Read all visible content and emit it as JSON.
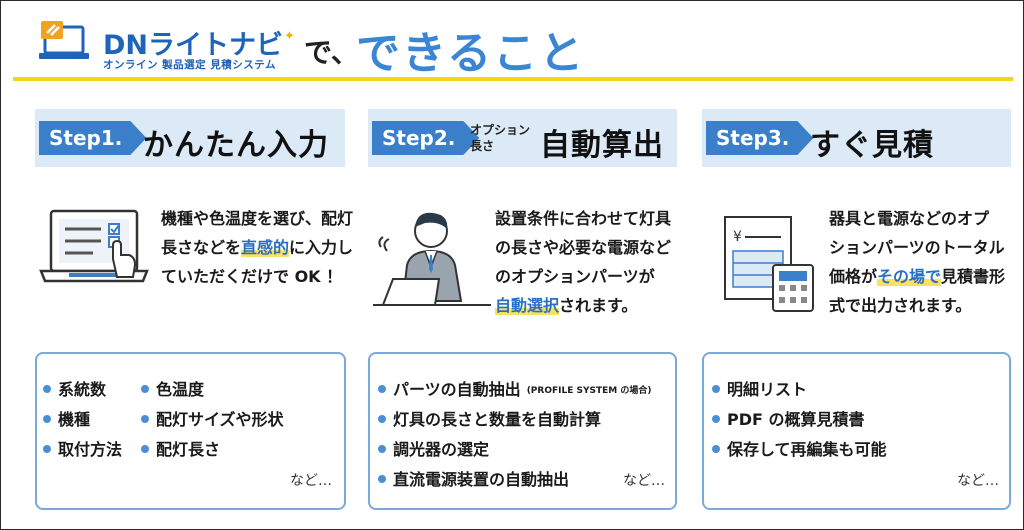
{
  "header": {
    "brand_dn": "DN",
    "brand_rest": "ライトナビ",
    "tagline": "オンライン 製品選定 見積システム",
    "title_de": "で、",
    "title_main": "できること"
  },
  "steps": [
    {
      "tag": "Step1.",
      "title": "かんたん入力",
      "desc": [
        "機種や色温度を選び、配灯",
        "長さなどを",
        "直感的",
        "に入力し",
        "ていただくだけで OK ！"
      ],
      "items": [
        "系統数",
        "色温度",
        "機種",
        "配灯サイズや形状",
        "取付方法",
        "配灯長さ"
      ],
      "etc": "など…"
    },
    {
      "tag": "Step2.",
      "small_line1": "オプション",
      "small_line2": "長さ",
      "title": "自動算出",
      "desc": [
        "設置条件に合わせて灯具",
        "の長さや必要な電源など",
        "のオプションパーツが",
        "自動選択",
        "されます。"
      ],
      "items": [
        "パーツの自動抽出",
        "灯具の長さと数量を自動計算",
        "調光器の選定",
        "直流電源装置の自動抽出"
      ],
      "item_note": "(PROFILE SYSTEM の場合)",
      "etc": "など…"
    },
    {
      "tag": "Step3.",
      "title": "すぐ見積",
      "desc": [
        "器具と電源などのオプ",
        "ションパーツのトータル",
        "価格が",
        "その場で",
        "見積書形",
        "式で出力されます。"
      ],
      "items": [
        "明細リスト",
        "PDF の概算見積書",
        "保存して再編集も可能"
      ],
      "etc": "など…"
    }
  ],
  "colors": {
    "accent_blue": "#3b7fca",
    "title_blue": "#3a86d4",
    "step_bg": "#dce9f6",
    "yellow": "#f6d313",
    "box_border": "#7aa9dd"
  }
}
